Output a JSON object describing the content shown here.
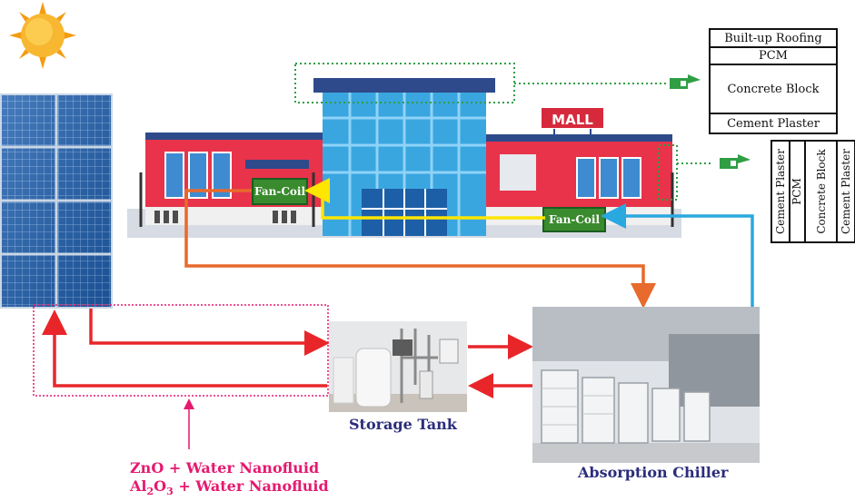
{
  "wall_roof": {
    "layers": [
      "Built-up Roofing",
      "PCM",
      "Concrete Block",
      "Cement Plaster"
    ]
  },
  "wall_side": {
    "layers": [
      "Cement Plaster",
      "PCM",
      "Concrete Block",
      "Cement Plaster"
    ]
  },
  "mall_sign": "MALL",
  "fan_coil_left": "Fan-Coil",
  "fan_coil_right": "Fan-Coil",
  "storage_tank": "Storage Tank",
  "absorption_chiller": "Absorption Chiller",
  "nanofluid_1": "ZnO + Water Nanofluid",
  "nanofluid_2_prefix": "Al",
  "nanofluid_2_sub1": "2",
  "nanofluid_2_mid": "O",
  "nanofluid_2_sub2": "3",
  "nanofluid_2_suffix": " + Water Nanofluid",
  "colors": {
    "hot_line": "#e8262a",
    "orange_line": "#e86a2c",
    "yellow_line": "#ffe600",
    "blue_line": "#2aa8e0",
    "nanofluid": "#e6196f",
    "green_dotted": "#2f9e44"
  }
}
